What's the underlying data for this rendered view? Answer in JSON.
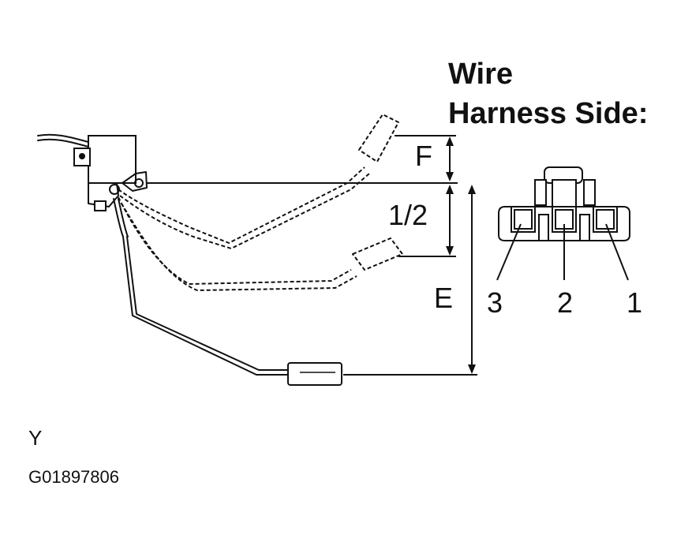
{
  "header": {
    "title_line1": "Wire",
    "title_line2": "Harness Side:"
  },
  "gauge_levels": {
    "full": "F",
    "half": "1/2",
    "empty": "E"
  },
  "connector_pins": [
    "3",
    "2",
    "1"
  ],
  "footer": {
    "view_letter": "Y",
    "figure_id": "G01897806"
  },
  "colors": {
    "ink": "#111111",
    "background": "#ffffff"
  }
}
